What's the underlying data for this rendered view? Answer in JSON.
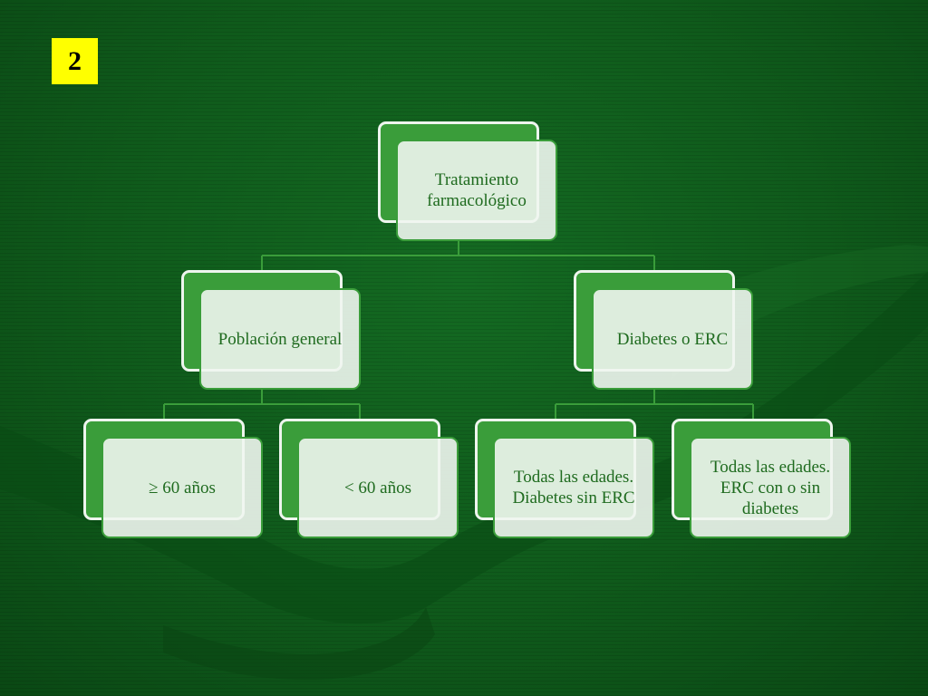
{
  "slide": {
    "number": "2"
  },
  "diagram": {
    "root": {
      "label": "Tratamiento farmacológico"
    },
    "left": {
      "label": "Población general",
      "children": [
        {
          "label": "≥ 60 años"
        },
        {
          "label": "< 60 años"
        }
      ]
    },
    "right": {
      "label": "Diabetes o ERC",
      "children": [
        {
          "label": "Todas las edades. Diabetes sin ERC"
        },
        {
          "label": "Todas las edades. ERC con o sin diabetes"
        }
      ]
    }
  },
  "colors": {
    "background": "#0f5a1b",
    "node_fill": "#3a9d3a",
    "node_text": "#1f6b1f",
    "badge": "#ffff00"
  }
}
